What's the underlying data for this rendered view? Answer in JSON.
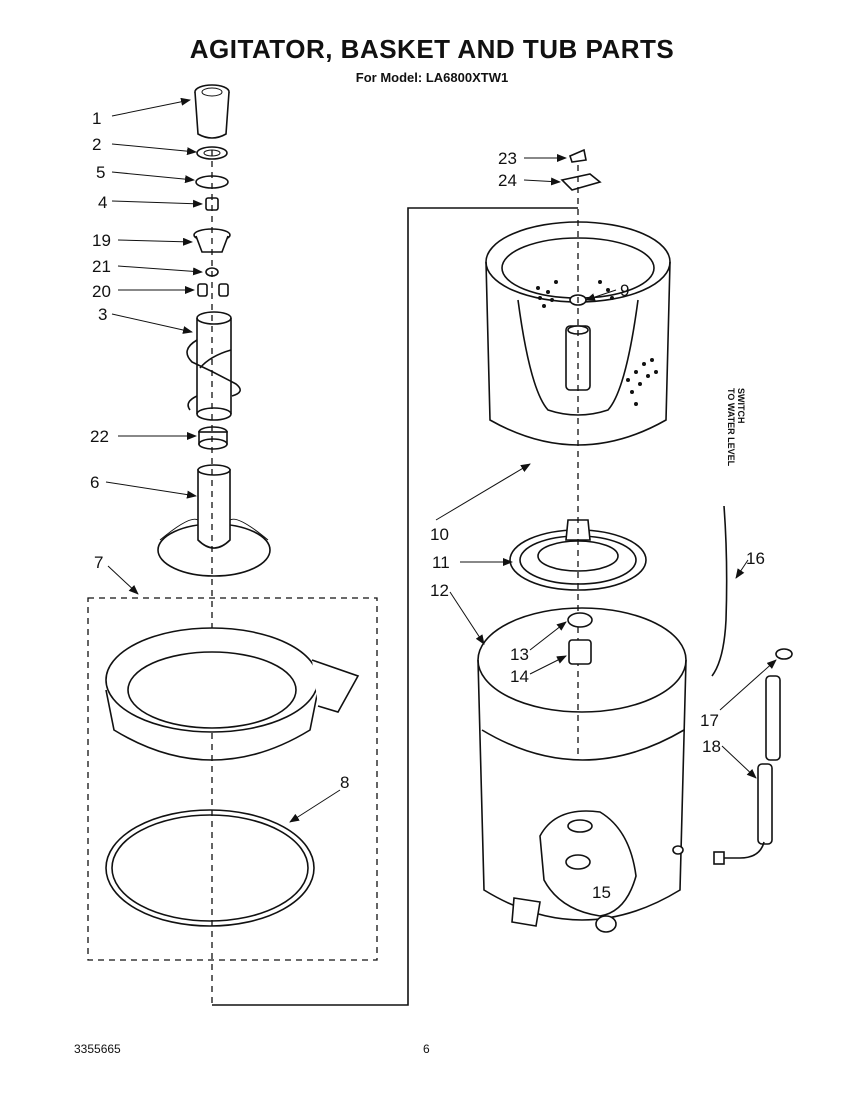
{
  "header": {
    "title": "AGITATOR, BASKET AND TUB PARTS",
    "subtitle": "For Model: LA6800XTW1"
  },
  "footer": {
    "doc_number": "3355665",
    "page_number": "6"
  },
  "side_note": {
    "line1": "TO WATER LEVEL",
    "line2": "SWITCH"
  },
  "callouts": {
    "c1": "1",
    "c2": "2",
    "c5": "5",
    "c4": "4",
    "c19": "19",
    "c21": "21",
    "c20": "20",
    "c3": "3",
    "c22": "22",
    "c6": "6",
    "c7": "7",
    "c8": "8",
    "c23": "23",
    "c24": "24",
    "c9": "9",
    "c10": "10",
    "c11": "11",
    "c12": "12",
    "c13": "13",
    "c14": "14",
    "c15": "15",
    "c16": "16",
    "c17": "17",
    "c18": "18"
  }
}
